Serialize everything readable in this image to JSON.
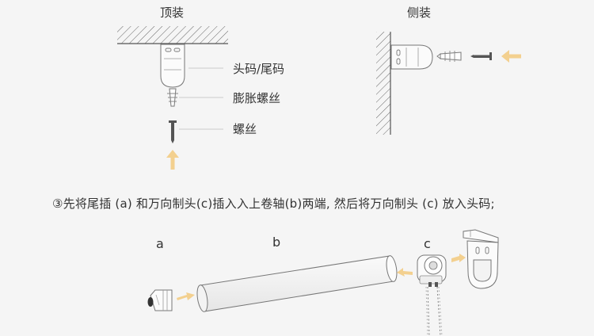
{
  "top_mount": {
    "title": "顶装",
    "labels": {
      "bracket": "头码/尾码",
      "anchor": "膨胀螺丝",
      "screw": "螺丝"
    }
  },
  "side_mount": {
    "title": "侧装"
  },
  "step": {
    "text": "③先将尾插 (a) 和万向制头(c)插入入上卷轴(b)两端, 然后将万向制头 (c) 放入头码;"
  },
  "parts": {
    "a": "a",
    "b": "b",
    "c": "c"
  },
  "colors": {
    "arrow": "#f3d08f",
    "line": "#777777",
    "label_line": "#cccccc",
    "screw": "#555555",
    "background": "#f5f5f5"
  }
}
